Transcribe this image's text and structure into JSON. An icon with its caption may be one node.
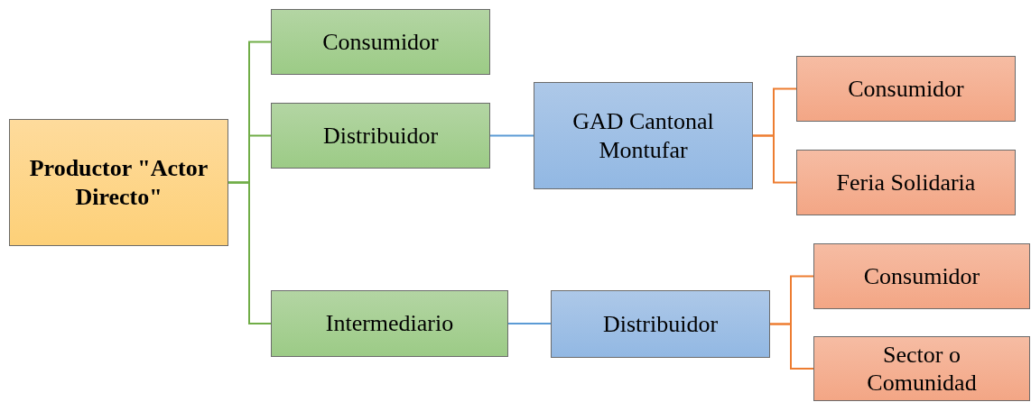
{
  "diagram": {
    "nodes": [
      {
        "text": [
          "Productor \"Actor Directo\""
        ]
      },
      {
        "text": [
          "Consumidor"
        ]
      },
      {
        "text": [
          "Distribuidor"
        ]
      },
      {
        "text": [
          "Intermediario"
        ]
      },
      {
        "text": [
          "GAD Cantonal Montufar"
        ]
      },
      {
        "text": [
          "Consumidor"
        ]
      },
      {
        "text": [
          "Feria Solidaria"
        ]
      },
      {
        "text": [
          "Distribuidor"
        ]
      },
      {
        "text": [
          "Consumidor"
        ]
      },
      {
        "text": [
          "Sector o Comunidad"
        ]
      }
    ],
    "edges": [
      {
        "from": 0,
        "to": 1,
        "arrow": "none",
        "color": "#70ad47"
      },
      {
        "from": 0,
        "to": 2,
        "arrow": "none",
        "color": "#70ad47"
      },
      {
        "from": 0,
        "to": 3,
        "arrow": "none",
        "color": "#70ad47"
      },
      {
        "from": 2,
        "to": 4,
        "arrow": "none",
        "color": "#5b9bd5"
      },
      {
        "from": 3,
        "to": 7,
        "arrow": "none",
        "color": "#5b9bd5"
      },
      {
        "from": 4,
        "to": 5,
        "arrow": "none",
        "color": "#ed7d31"
      },
      {
        "from": 4,
        "to": 6,
        "arrow": "none",
        "color": "#ed7d31"
      },
      {
        "from": 7,
        "to": 8,
        "arrow": "none",
        "color": "#ed7d31"
      },
      {
        "from": 7,
        "to": 9,
        "arrow": "none",
        "color": "#ed7d31"
      }
    ]
  }
}
